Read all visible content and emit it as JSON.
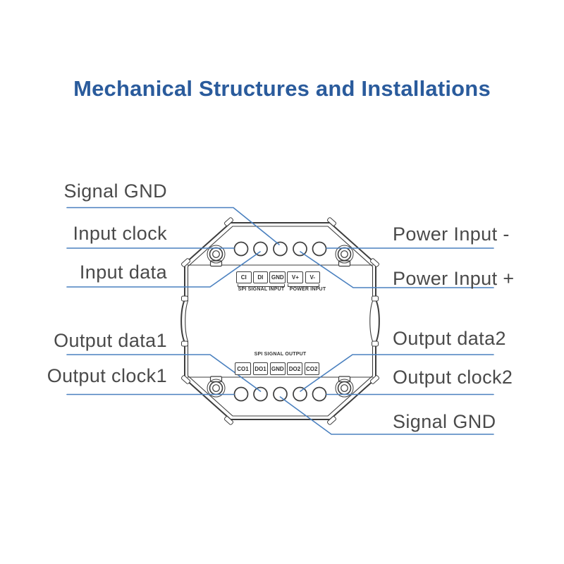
{
  "title": "Mechanical Structures and Installations",
  "colors": {
    "title_blue": "#2a5b9c",
    "leader_line_blue": "#4a80bf",
    "diagram_line_gray": "#3d3d3d",
    "label_text_gray": "#4a4a4a"
  },
  "callouts": {
    "left": [
      "Signal GND",
      "Input clock",
      "Input data",
      "Output data1",
      "Output clock1"
    ],
    "right": [
      "Power Input -",
      "Power Input +",
      "Output data2",
      "Output clock2",
      "Signal GND"
    ]
  },
  "device": {
    "input_terminals": [
      "CI",
      "DI",
      "GND",
      "V+",
      "V-"
    ],
    "output_terminals": [
      "CO1",
      "DO1",
      "GND",
      "DO2",
      "CO2"
    ],
    "groups": {
      "spi_input": "SPI SIGNAL INPUT",
      "power_input": "POWER INPUT",
      "spi_output": "SPI SIGNAL OUTPUT"
    }
  }
}
